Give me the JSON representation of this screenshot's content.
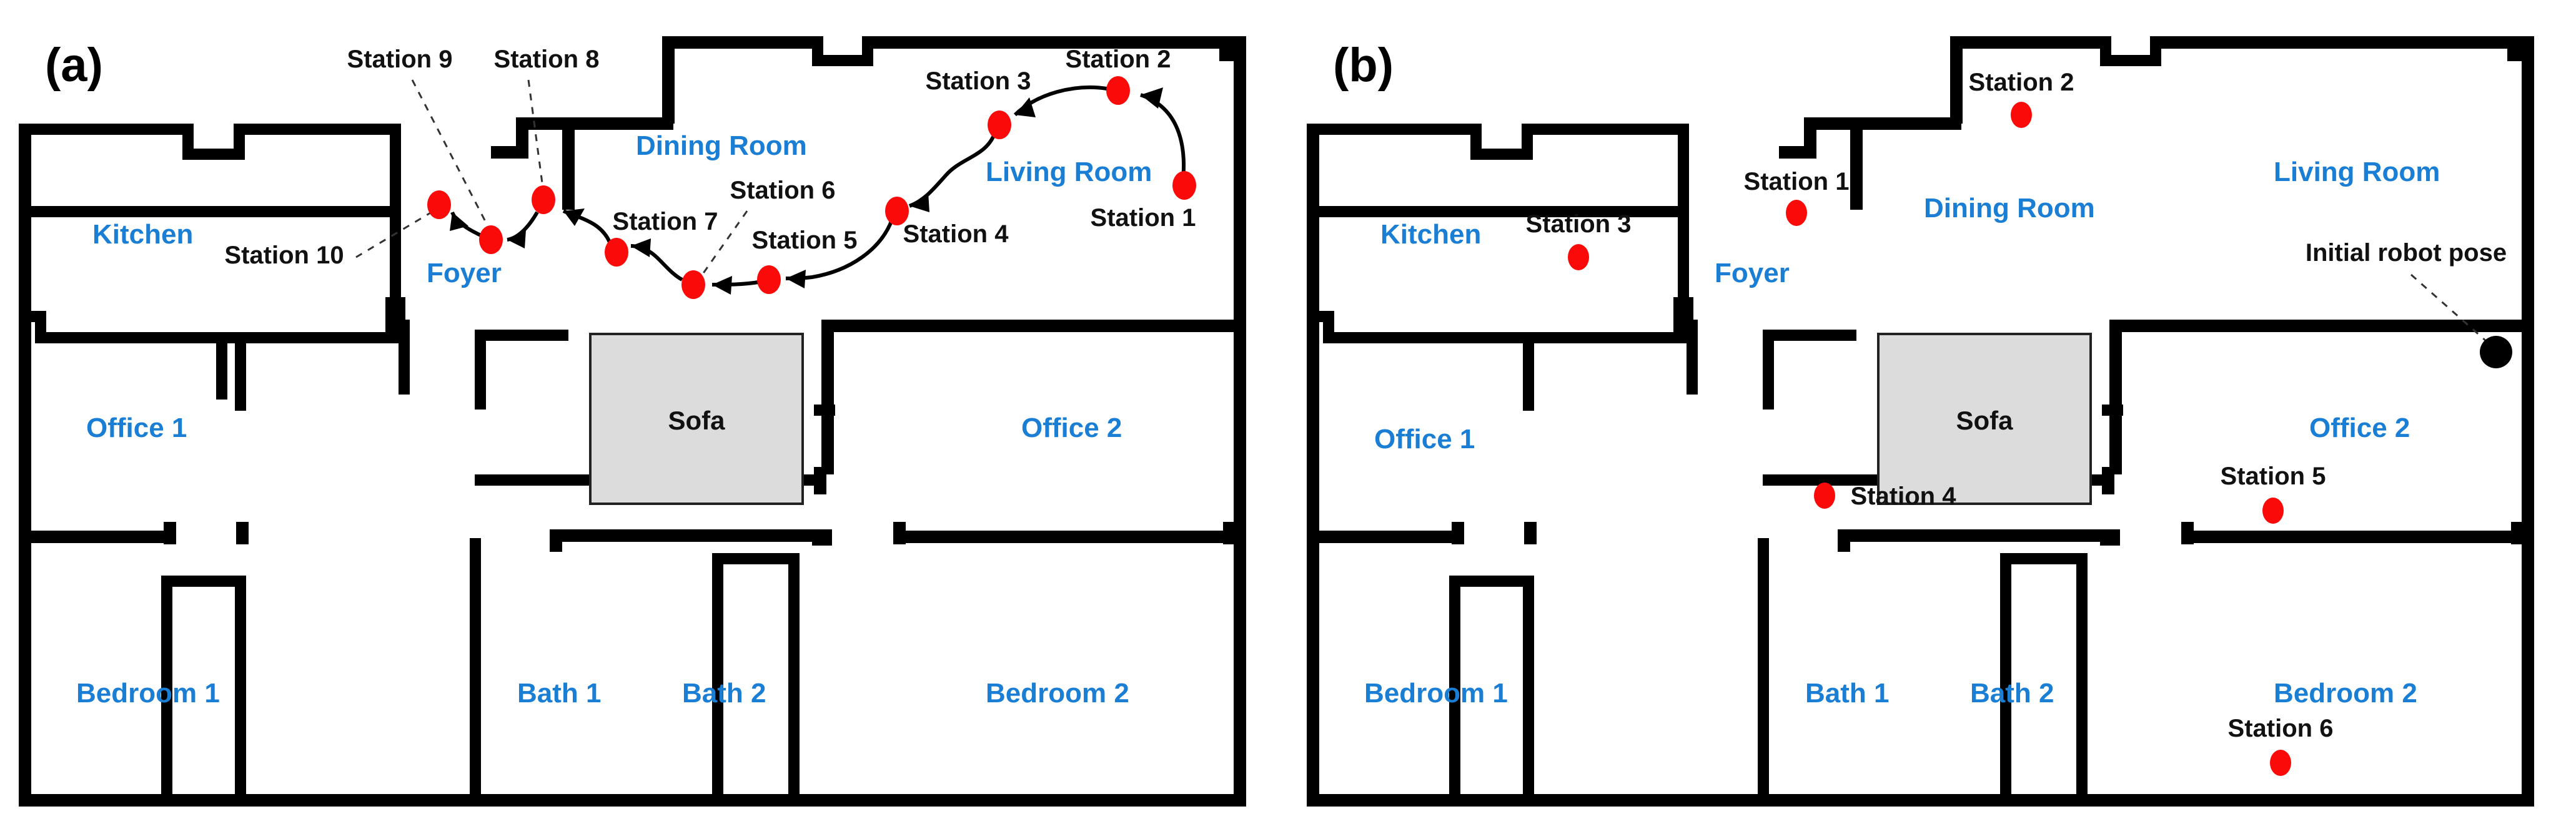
{
  "figure": {
    "panels": [
      {
        "id": "a",
        "tag": "(a)",
        "rooms": [
          {
            "name": "Kitchen",
            "label": "Kitchen"
          },
          {
            "name": "Dining Room",
            "label": "Dining Room"
          },
          {
            "name": "Living Room",
            "label": "Living Room"
          },
          {
            "name": "Foyer",
            "label": "Foyer"
          },
          {
            "name": "Office 1",
            "label": "Office 1"
          },
          {
            "name": "Office 2",
            "label": "Office 2"
          },
          {
            "name": "Bedroom 1",
            "label": "Bedroom 1"
          },
          {
            "name": "Bath 1",
            "label": "Bath 1"
          },
          {
            "name": "Bath 2",
            "label": "Bath 2"
          },
          {
            "name": "Bedroom 2",
            "label": "Bedroom 2"
          }
        ],
        "furniture": [
          {
            "name": "Sofa",
            "label": "Sofa"
          }
        ],
        "stations": [
          {
            "label": "Station 1",
            "room": "Living Room",
            "dot": [
              1896,
              297
            ],
            "text": [
              1830,
              360
            ]
          },
          {
            "label": "Station 2",
            "room": "Living Room",
            "dot": [
              1790,
              145
            ],
            "text": [
              1718,
              108
            ]
          },
          {
            "label": "Station 3",
            "room": "Living Room",
            "dot": [
              1600,
              200
            ],
            "text": [
              1477,
              143
            ]
          },
          {
            "label": "Station 4",
            "room": "Dining Room",
            "dot": [
              1436,
              338
            ],
            "text": [
              1430,
              382
            ]
          },
          {
            "label": "Station 5",
            "room": "Dining Room",
            "dot": [
              1231,
              448
            ],
            "text": [
              1198,
              400
            ]
          },
          {
            "label": "Station 6",
            "room": "Dining Room",
            "dot": [
              1110,
              456
            ],
            "text": [
              1145,
              310
            ]
          },
          {
            "label": "Station 7",
            "room": "Foyer",
            "dot": [
              987,
              404
            ],
            "text": [
              948,
              363
            ]
          },
          {
            "label": "Station 8",
            "room": "Foyer",
            "dot": [
              870,
              320
            ],
            "text": [
              800,
              95
            ]
          },
          {
            "label": "Station 9",
            "room": "Foyer",
            "dot": [
              786,
              384
            ],
            "text": [
              577,
              95
            ]
          },
          {
            "label": "Station 10",
            "room": "Foyer",
            "dot": [
              703,
              328
            ],
            "text": [
              388,
              400
            ]
          }
        ],
        "path_order": [
          "Station 1",
          "Station 2",
          "Station 3",
          "Station 4",
          "Station 5",
          "Station 6",
          "Station 7",
          "Station 8",
          "Station 9",
          "Station 10"
        ]
      },
      {
        "id": "b",
        "tag": "(b)",
        "rooms": [
          {
            "name": "Kitchen",
            "label": "Kitchen"
          },
          {
            "name": "Dining Room",
            "label": "Dining Room"
          },
          {
            "name": "Living Room",
            "label": "Living Room"
          },
          {
            "name": "Foyer",
            "label": "Foyer"
          },
          {
            "name": "Office 1",
            "label": "Office 1"
          },
          {
            "name": "Office 2",
            "label": "Office 2"
          },
          {
            "name": "Bedroom 1",
            "label": "Bedroom 1"
          },
          {
            "name": "Bath 1",
            "label": "Bath 1"
          },
          {
            "name": "Bath 2",
            "label": "Bath 2"
          },
          {
            "name": "Bedroom 2",
            "label": "Bedroom 2"
          }
        ],
        "furniture": [
          {
            "name": "Sofa",
            "label": "Sofa"
          }
        ],
        "stations": [
          {
            "label": "Station 1",
            "room": "Foyer",
            "dot": [
              2876,
              341
            ],
            "text": [
              2790,
              300
            ]
          },
          {
            "label": "Station 2",
            "room": "Dining Room",
            "dot": [
              3236,
              184
            ],
            "text": [
              3155,
              145
            ]
          },
          {
            "label": "Station 3",
            "room": "Kitchen",
            "dot": [
              2527,
              412
            ],
            "text": [
              2440,
              364
            ]
          },
          {
            "label": "Station 4",
            "room": "Foyer",
            "dot": [
              2921,
              794
            ],
            "text": [
              2951,
              800
            ]
          },
          {
            "label": "Station 5",
            "room": "Office 2",
            "dot": [
              3639,
              818
            ],
            "text": [
              3520,
              770
            ]
          },
          {
            "label": "Station 6",
            "room": "Bedroom 2",
            "dot": [
              3651,
              1222
            ],
            "text": [
              3520,
              1178
            ]
          }
        ],
        "robot": {
          "label": "Initial robot pose",
          "dot": [
            3996,
            564
          ],
          "text": [
            3618,
            404
          ]
        }
      }
    ],
    "colors": {
      "station_dot": "#fb0a0a",
      "robot_dot": "#000000",
      "room_label": "#1a7fd4",
      "wall": "#000000",
      "sofa_fill": "#dcdcdc",
      "background": "#ffffff"
    }
  }
}
